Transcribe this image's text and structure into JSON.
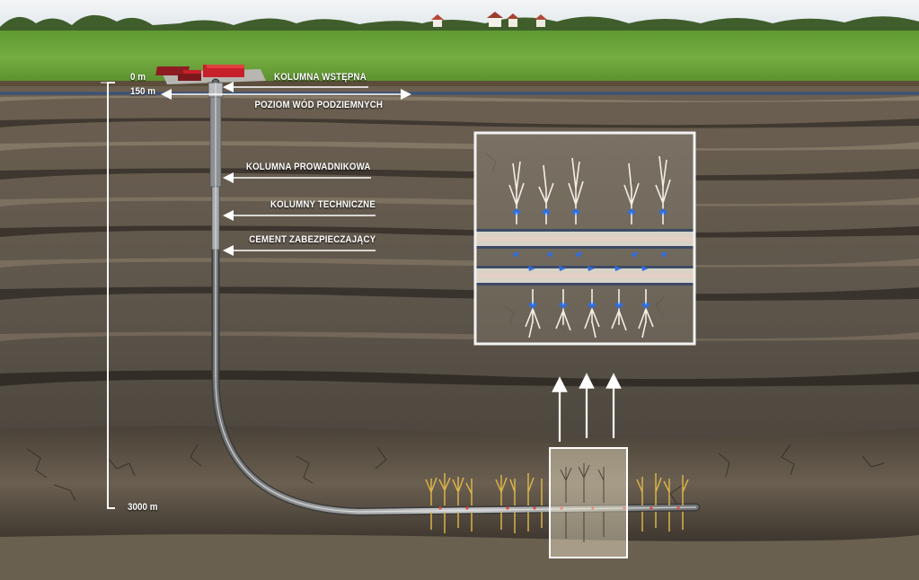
{
  "depths": {
    "surface": "0 m",
    "aquifer": "150 m",
    "bottom": "3000 m"
  },
  "labels": {
    "conductor_casing": "KOLUMNA WSTĘPNA",
    "groundwater_level": "POZIOM WÓD PODZIEMNYCH",
    "surface_casing": "KOLUMNA PROWADNIKOWA",
    "intermediate_casing": "KOLUMNY TECHNICZNE",
    "cement": "CEMENT ZABEZPIECZAJĄCY"
  },
  "colors": {
    "sky": "#e9eef2",
    "grass": "#6aa33a",
    "rock": "#5e5548",
    "pipe": "#9a9c9e",
    "water_line": "#2f4f86",
    "fluid_arrows": "#2f6de0",
    "pad_buildings": "#c8202a",
    "callout_border": "#f2f2f2"
  }
}
